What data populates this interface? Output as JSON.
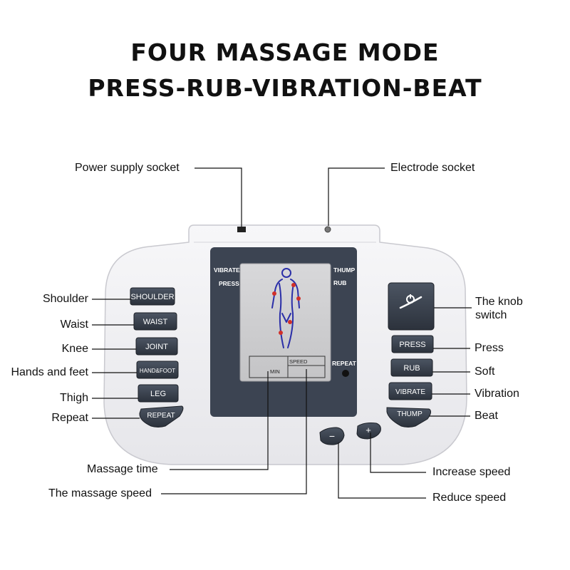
{
  "title": {
    "line1": "FOUR MASSAGE MODE",
    "line2": "PRESS-RUB-VIBRATION-BEAT"
  },
  "callouts": {
    "power_socket": "Power supply socket",
    "electrode_socket": "Electrode socket",
    "shoulder": "Shoulder",
    "waist": "Waist",
    "knee": "Knee",
    "hands_feet": "Hands and feet",
    "thigh": "Thigh",
    "repeat": "Repeat",
    "knob_line1": "The knob",
    "knob_line2": "switch",
    "press": "Press",
    "soft": "Soft",
    "vibration": "Vibration",
    "beat": "Beat",
    "massage_time": "Massage time",
    "massage_speed": "The massage speed",
    "increase_speed": "Increase speed",
    "reduce_speed": "Reduce speed"
  },
  "device": {
    "left_buttons": [
      "SHOULDER",
      "WAIST",
      "JOINT",
      "HAND&FOOT",
      "LEG",
      "REPEAT"
    ],
    "right_buttons": [
      "PRESS",
      "RUB",
      "VIBRATE",
      "THUMP"
    ],
    "screen": {
      "vibrate": "VIBRATE",
      "press": "PRESS",
      "thump": "THUMP",
      "rub": "RUB",
      "repeat": "REPEAT",
      "min": "MIN",
      "speed": "SPEED"
    },
    "minus": "−",
    "plus": "+"
  },
  "colors": {
    "body": "#f1f1f3",
    "panel": "#3c4452",
    "lcd": "#cfcfd1",
    "button": "#3a4250",
    "figure": "#2b2fa8",
    "marker": "#d0302a"
  }
}
